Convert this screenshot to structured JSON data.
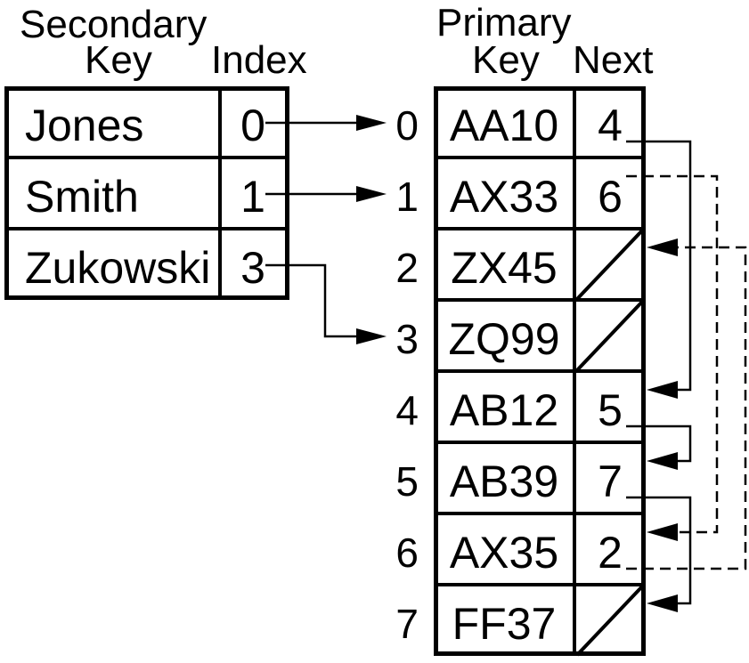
{
  "colors": {
    "ink": "#000000",
    "background": "#ffffff"
  },
  "secondary_table": {
    "title": "Secondary",
    "col1_header": "Key",
    "col2_header": "Index",
    "rows": [
      {
        "key": "Jones",
        "index": "0"
      },
      {
        "key": "Smith",
        "index": "1"
      },
      {
        "key": "Zukowski",
        "index": "3"
      }
    ]
  },
  "primary_table": {
    "title": "Primary",
    "col1_header": "Key",
    "col2_header": "Next",
    "rows": [
      {
        "label": "0",
        "key": "AA10",
        "next": "4"
      },
      {
        "label": "1",
        "key": "AX33",
        "next": "6"
      },
      {
        "label": "2",
        "key": "ZX45",
        "next": null
      },
      {
        "label": "3",
        "key": "ZQ99",
        "next": null
      },
      {
        "label": "4",
        "key": "AB12",
        "next": "5"
      },
      {
        "label": "5",
        "key": "AB39",
        "next": "7"
      },
      {
        "label": "6",
        "key": "AX35",
        "next": "2"
      },
      {
        "label": "7",
        "key": "FF37",
        "next": null
      }
    ]
  },
  "links": {
    "secondary_to_primary": [
      {
        "from_index": "0",
        "to_row": 0,
        "style": "solid"
      },
      {
        "from_index": "1",
        "to_row": 1,
        "style": "solid"
      },
      {
        "from_index": "3",
        "to_row": 3,
        "style": "solid"
      }
    ],
    "next_pointers": [
      {
        "from_row": 0,
        "to_row": 4,
        "style": "solid"
      },
      {
        "from_row": 1,
        "to_row": 6,
        "style": "dashed"
      },
      {
        "from_row": 4,
        "to_row": 5,
        "style": "solid"
      },
      {
        "from_row": 5,
        "to_row": 7,
        "style": "solid"
      },
      {
        "from_row": 6,
        "to_row": 2,
        "style": "dashed"
      }
    ]
  }
}
